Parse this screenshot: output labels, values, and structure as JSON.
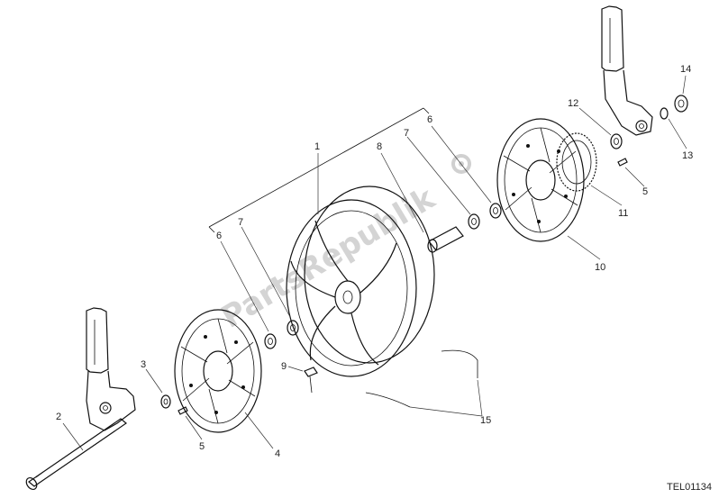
{
  "diagram": {
    "callouts": [
      "1",
      "2",
      "3",
      "4",
      "5",
      "5",
      "6",
      "6",
      "7",
      "7",
      "8",
      "9",
      "10",
      "11",
      "12",
      "13",
      "14",
      "15"
    ],
    "drawing_code": "TEL01134",
    "watermark_text": "PartsRepublik",
    "watermark_logo": "gear-logo"
  }
}
